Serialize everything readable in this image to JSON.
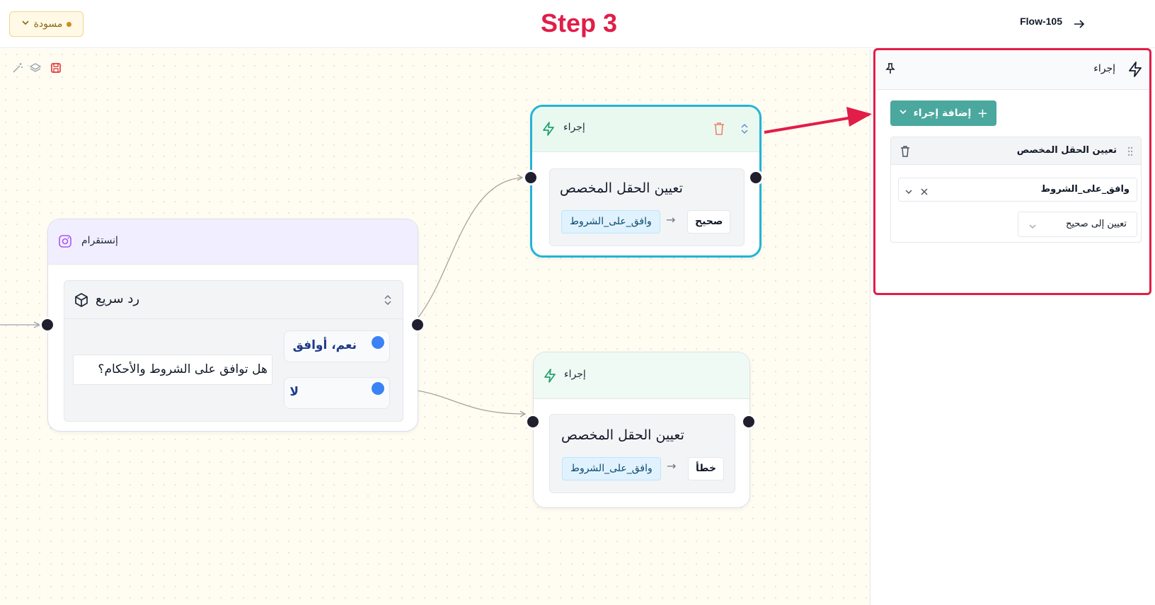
{
  "header": {
    "flow_name": "Flow-105",
    "step_label": "Step 3",
    "status_label": "مسودة"
  },
  "canvas": {
    "instagram_node": {
      "title": "إنستقرام",
      "quick_reply_title": "رد سريع",
      "question": "هل توافق على الشروط والأحكام؟",
      "option_yes": "نعم، أوافق",
      "option_no": "لا"
    },
    "action_node_top": {
      "title": "إجراء",
      "field_title": "تعيين الحقل المخصص",
      "field_name": "وافق_على_الشروط",
      "arrow": "→",
      "value": "صحيح"
    },
    "action_node_bottom": {
      "title": "إجراء",
      "field_title": "تعيين الحقل المخصص",
      "field_name": "وافق_على_الشروط",
      "arrow": "→",
      "value": "خطأ"
    }
  },
  "sidebar": {
    "panel_title": "إجراء",
    "add_action_label": "إضافة إجراء",
    "card_title": "تعيين الحقل المخصص",
    "selected_field": "وافق_على_الشروط",
    "assign_value_label": "تعيين إلى صحيح"
  },
  "colors": {
    "accent_teal": "#4aa89e",
    "highlight_red": "#e11d48",
    "selected_node_border": "#22b4d6"
  }
}
